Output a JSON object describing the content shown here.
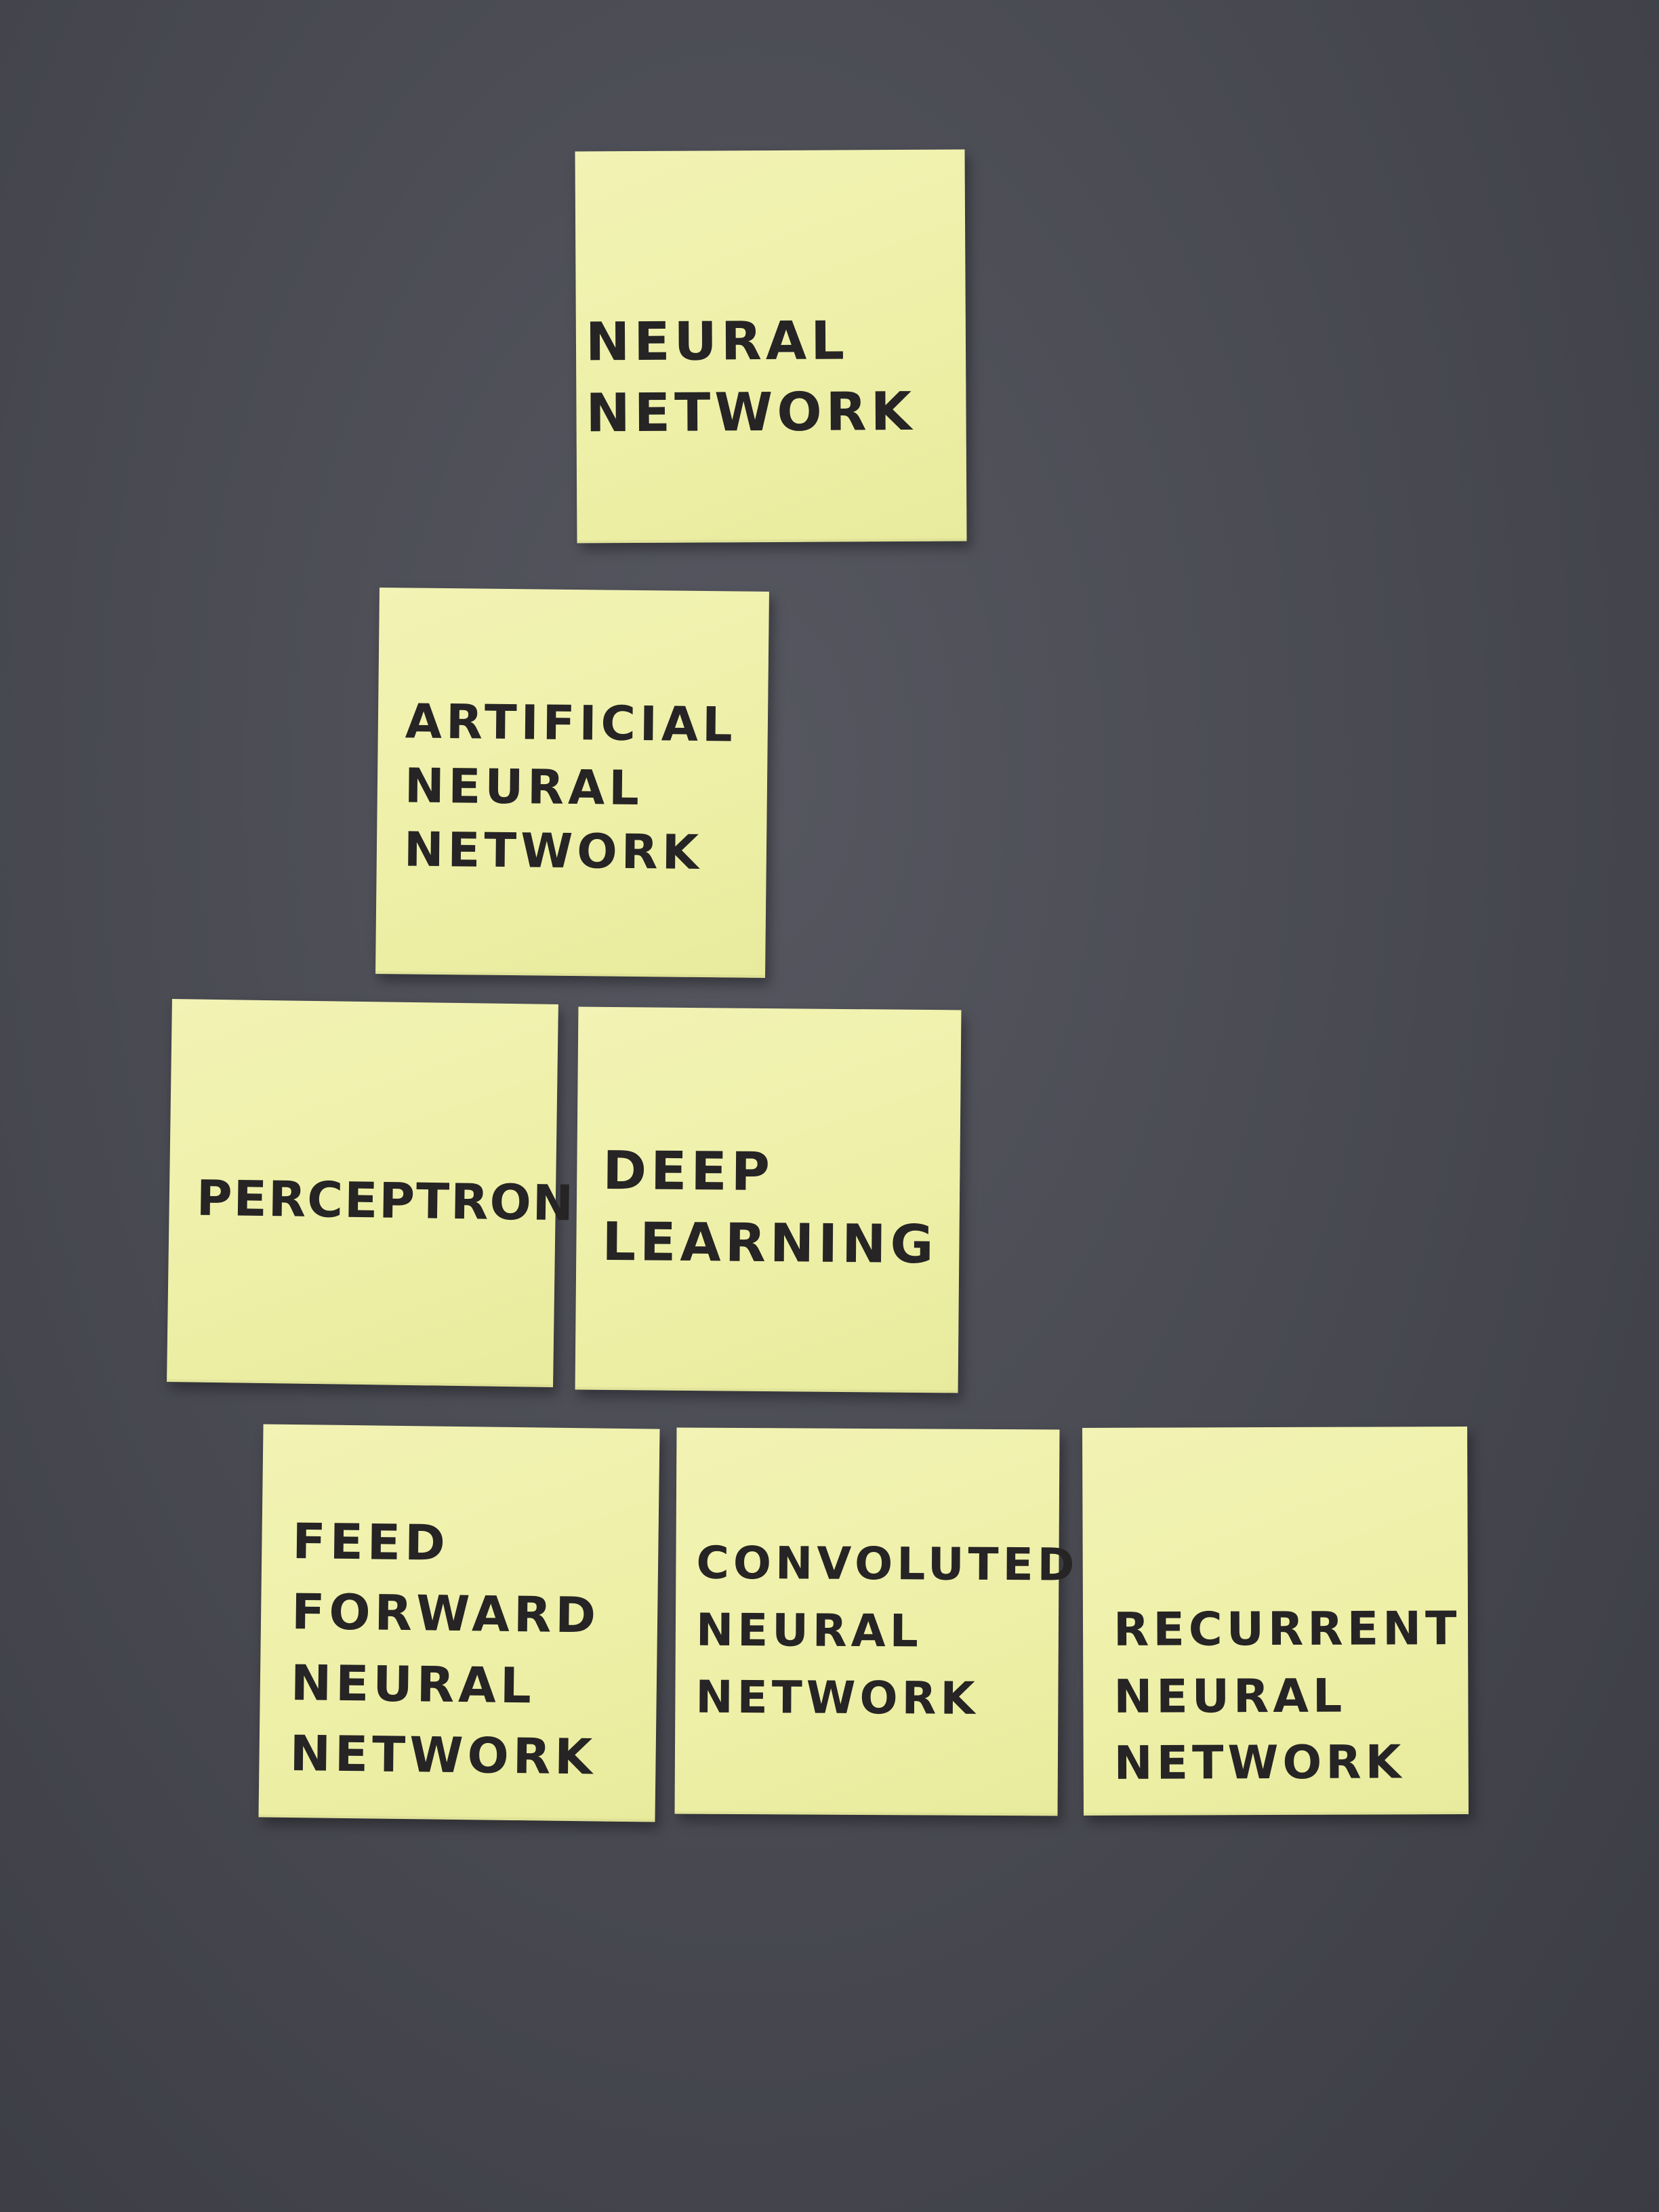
{
  "notes": [
    {
      "id": "neural-network",
      "lines": [
        "NEURAL",
        "NETWORK"
      ]
    },
    {
      "id": "artificial-neural-network",
      "lines": [
        "ARTIFICIAL",
        "NEURAL",
        "NETWORK"
      ]
    },
    {
      "id": "perceptron",
      "lines": [
        "PERCEPTRON"
      ]
    },
    {
      "id": "deep-learning",
      "lines": [
        "DEEP",
        "LEARNING"
      ]
    },
    {
      "id": "feed-forward-neural-network",
      "lines": [
        "FEED",
        "FORWARD",
        "NEURAL",
        "NETWORK"
      ]
    },
    {
      "id": "convoluted-neural-network",
      "lines": [
        "CONVOLUTED",
        "NEURAL",
        "NETWORK"
      ]
    },
    {
      "id": "recurrent-neural-network",
      "lines": [
        "RECURRENT",
        "NEURAL",
        "NETWORK"
      ]
    }
  ],
  "colors": {
    "background": "#4a4b53",
    "note": "#eef0a8",
    "ink": "#262424"
  }
}
